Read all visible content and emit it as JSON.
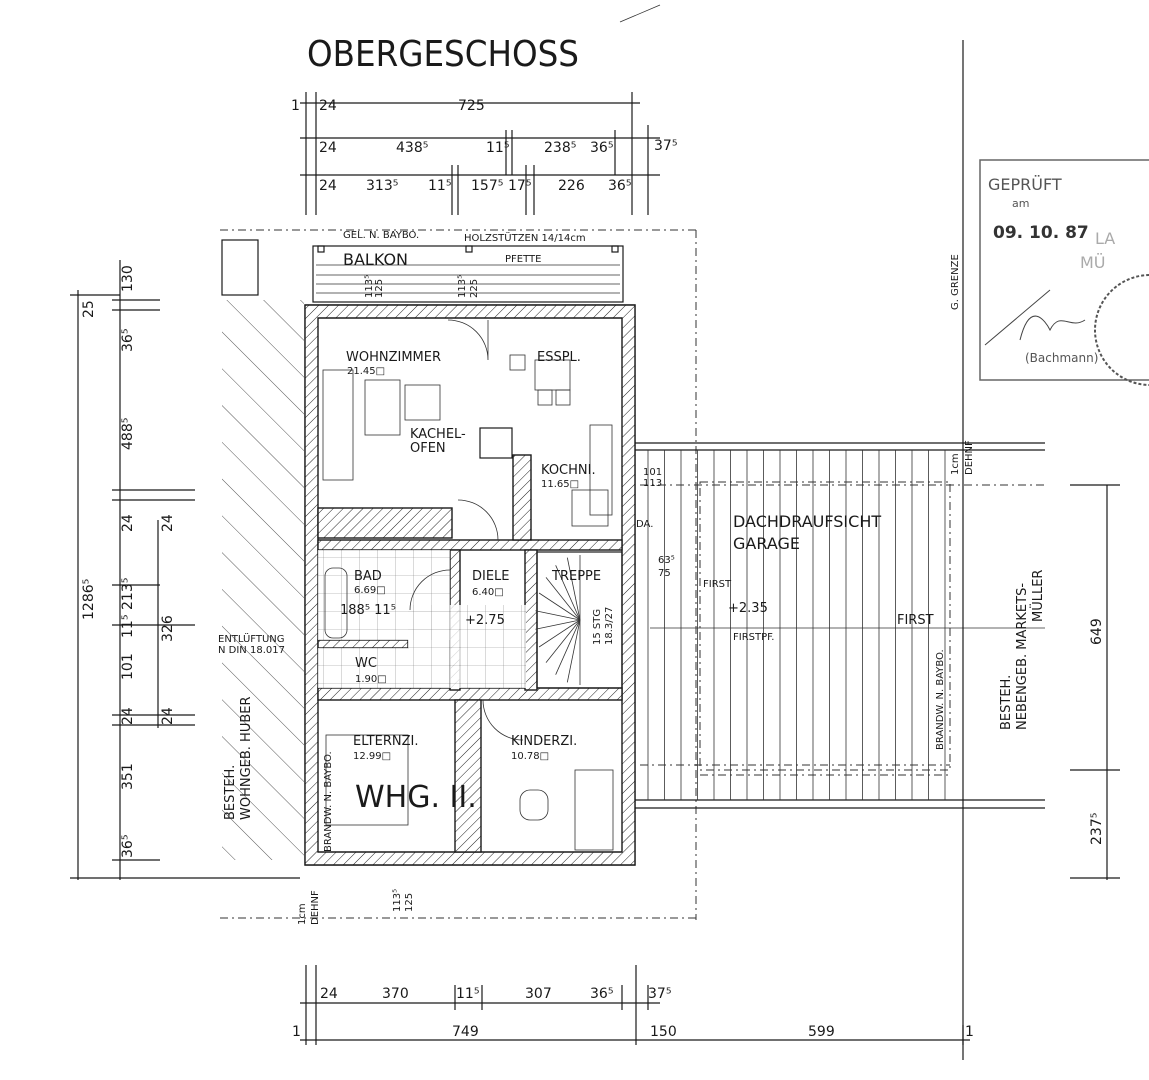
{
  "title": "OBERGESCHOSS",
  "top_dims": {
    "row1": {
      "a": "1",
      "b": "24",
      "c": "725"
    },
    "row2": {
      "a": "24",
      "b": "438⁵",
      "c": "11⁵",
      "d": "238⁵",
      "e": "36⁵",
      "f": "37⁵"
    },
    "row3": {
      "a": "24",
      "b": "313⁵",
      "c": "11⁵",
      "d": "157⁵",
      "e": "17⁵",
      "f": "226",
      "g": "36⁵"
    }
  },
  "balcony": {
    "note_left": "GEL. N. BAYBO.",
    "note_right": "HOLZSTÜTZEN 14/14cm",
    "label": "BALKON",
    "beam": "PFETTE",
    "dim1a": "113⁵",
    "dim1b": "125",
    "dim2a": "113⁵",
    "dim2b": "225"
  },
  "rooms": {
    "wohnzimmer": {
      "name": "WOHNZIMMER",
      "area": "21.45□"
    },
    "esspl": {
      "name": "ESSPL."
    },
    "kachelofen": {
      "name": "KACHEL-",
      "name2": "OFEN"
    },
    "kochni": {
      "name": "KOCHNI.",
      "area": "11.65□"
    },
    "bad": {
      "name": "BAD",
      "area": "6.69□",
      "dim": "188⁵ 11⁵"
    },
    "diele": {
      "name": "DIELE",
      "area": "6.40□",
      "level": "+2.75"
    },
    "treppe": {
      "name": "TREPPE",
      "steps": "15 STG",
      "ratio": "18.3/27"
    },
    "wc": {
      "name": "WC",
      "area": "1.90□"
    },
    "elternzi": {
      "name": "ELTERNZI.",
      "area": "12.99□"
    },
    "kinderzi": {
      "name": "KINDERZI.",
      "area": "10.78□"
    },
    "unit": "WHG. II."
  },
  "left_side": {
    "neighbor": "BESTEH.",
    "neighbor2": "WOHNGEB. HUBER",
    "vent": "ENTLÜFTUNG",
    "vent2": "N DIN 18.017",
    "firewall": "BRANDW. N. BAYBO.",
    "joint_a": "1cm",
    "joint_b": "DEHNF",
    "bottom_dim_a": "113⁵",
    "bottom_dim_b": "125"
  },
  "left_dims": {
    "total": "1286⁵",
    "d25": "25",
    "d130": "130",
    "d365a": "36⁵",
    "d4885": "488⁵",
    "d24a": "24",
    "d24b": "24",
    "d2135": "213⁵",
    "d115": "11⁵",
    "d326": "326",
    "d101": "101",
    "d24c": "24",
    "d24d": "24",
    "d351": "351",
    "d365b": "36⁵"
  },
  "garage": {
    "title": "DACHDRAUFSICHT",
    "title2": "GARAGE",
    "ridge": "FIRST",
    "level": "+2.35",
    "ridge_purlin": "FIRSTPF.",
    "ridge2": "FIRST",
    "firewall": "BRANDW. N. BAYBO.",
    "da": "DA.",
    "dim_a": "101",
    "dim_b": "113",
    "dim_c": "63⁵",
    "dim_d": "75",
    "joint_a": "1cm",
    "joint_b": "DEHNF"
  },
  "right_side": {
    "boundary": "G. GRENZE",
    "neighbor": "BESTEH.",
    "neighbor2": "NEBENGEB. MARKETS-",
    "neighbor3": "MÜLLER",
    "dim649": "649",
    "dim2375": "237⁵"
  },
  "bottom_dims": {
    "row1": {
      "a": "24",
      "b": "370",
      "c": "11⁵",
      "d": "307",
      "e": "36⁵",
      "f": "37⁵"
    },
    "row2": {
      "a": "1",
      "b": "749",
      "c": "150",
      "d": "599",
      "e": "1"
    }
  },
  "stamp": {
    "label": "GEPRÜFT",
    "am": "am",
    "date": "09. 10. 87",
    "partial1": "LA",
    "partial2": "MÜ",
    "name": "(Bachmann)"
  }
}
